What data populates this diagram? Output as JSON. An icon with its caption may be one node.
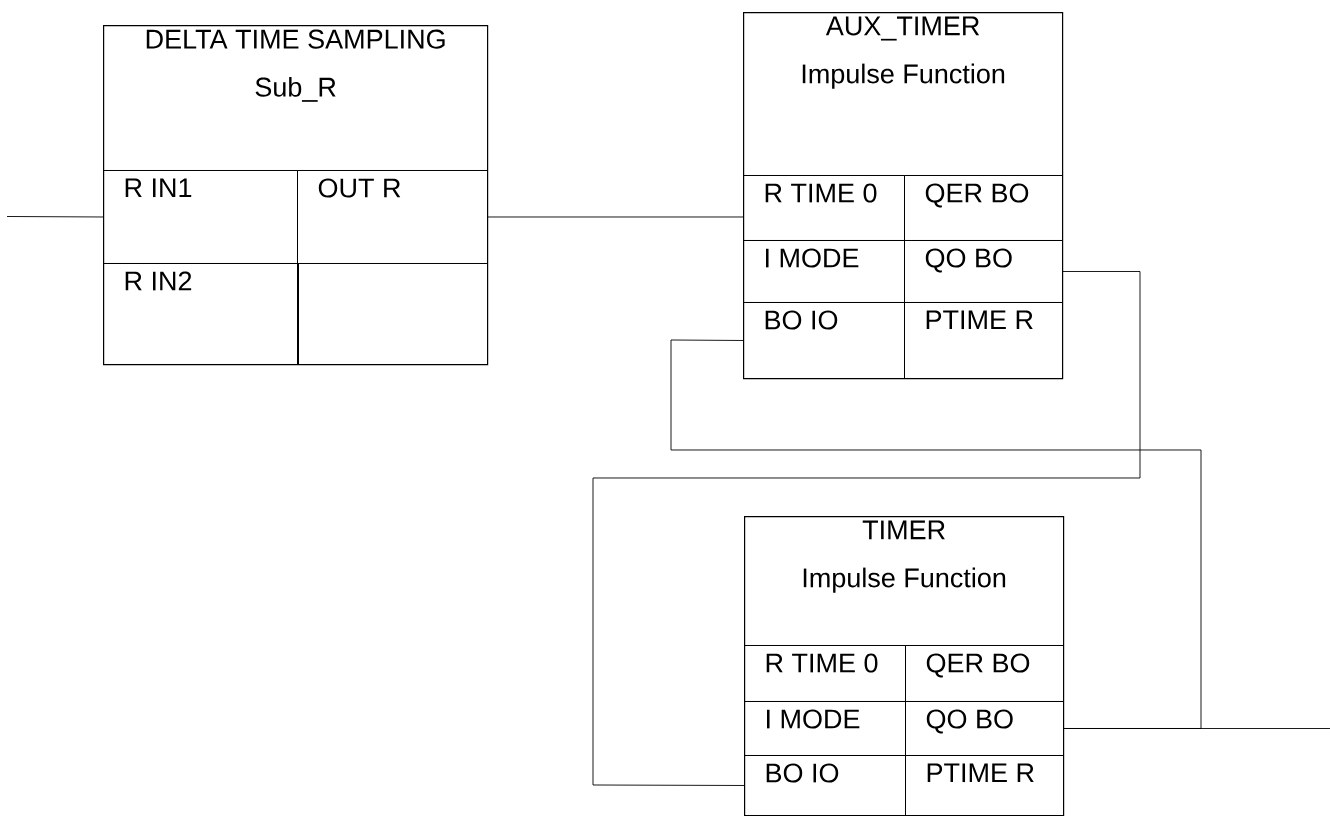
{
  "diagram": {
    "nodes": [
      {
        "text": [
          "DELTA TIME SAMPLING",
          "Sub_R"
        ]
      },
      {
        "text": [
          "R IN1"
        ],
        "in": 0
      },
      {
        "text": [
          "OUT R"
        ],
        "in": 0
      },
      {
        "text": [
          "R IN2"
        ],
        "in": 0
      },
      {
        "text": [],
        "shape": "box",
        "in": 0
      },
      {
        "text": [
          "AUX_TIMER",
          "Impulse Function"
        ]
      },
      {
        "text": [
          "R TIME 0"
        ],
        "in": 5
      },
      {
        "text": [
          "QER BO"
        ],
        "in": 5
      },
      {
        "text": [
          "I MODE"
        ],
        "in": 5
      },
      {
        "text": [
          "QO BO"
        ],
        "in": 5
      },
      {
        "text": [
          "BO IO"
        ],
        "in": 5
      },
      {
        "text": [
          "PTIME R"
        ],
        "in": 5
      },
      {
        "text": [
          "TIMER",
          "Impulse Function"
        ]
      },
      {
        "text": [
          "R TIME 0"
        ],
        "in": 12
      },
      {
        "text": [
          "QER BO"
        ],
        "in": 12
      },
      {
        "text": [
          "I MODE"
        ],
        "in": 12
      },
      {
        "text": [
          "QO BO"
        ],
        "in": 12
      },
      {
        "text": [
          "BO IO"
        ],
        "in": 12
      },
      {
        "text": [
          "PTIME R"
        ],
        "in": 12
      }
    ],
    "edges": [
      {
        "from": null,
        "to": 1,
        "arrow": "none"
      },
      {
        "from": 2,
        "to": 6,
        "arrow": "none"
      },
      {
        "from": 9,
        "to": 17,
        "arrow": "none"
      },
      {
        "from": 16,
        "to": 10,
        "arrow": "none"
      },
      {
        "from": 16,
        "to": null,
        "arrow": "none"
      }
    ]
  }
}
